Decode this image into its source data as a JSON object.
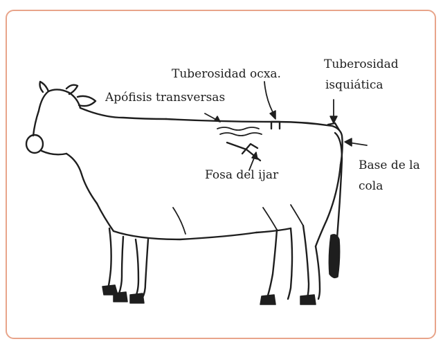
{
  "labels": {
    "tuberosidad_coxal": "Tuberosidad ocxa.",
    "tuberosidad_isquiatica_line1": "Tuberosidad",
    "tuberosidad_isquiatica_line2": "isquiática",
    "apofisis_transversas": "Apófisis transversas",
    "fosa_del_ijar": "Fosa del ijar",
    "base_de_la_cola_line1": "Base de la",
    "base_de_la_cola_line2": "cola"
  },
  "colors": {
    "frame_border": "#e8a48a",
    "ink": "#1e1e1e",
    "background": "#ffffff"
  }
}
